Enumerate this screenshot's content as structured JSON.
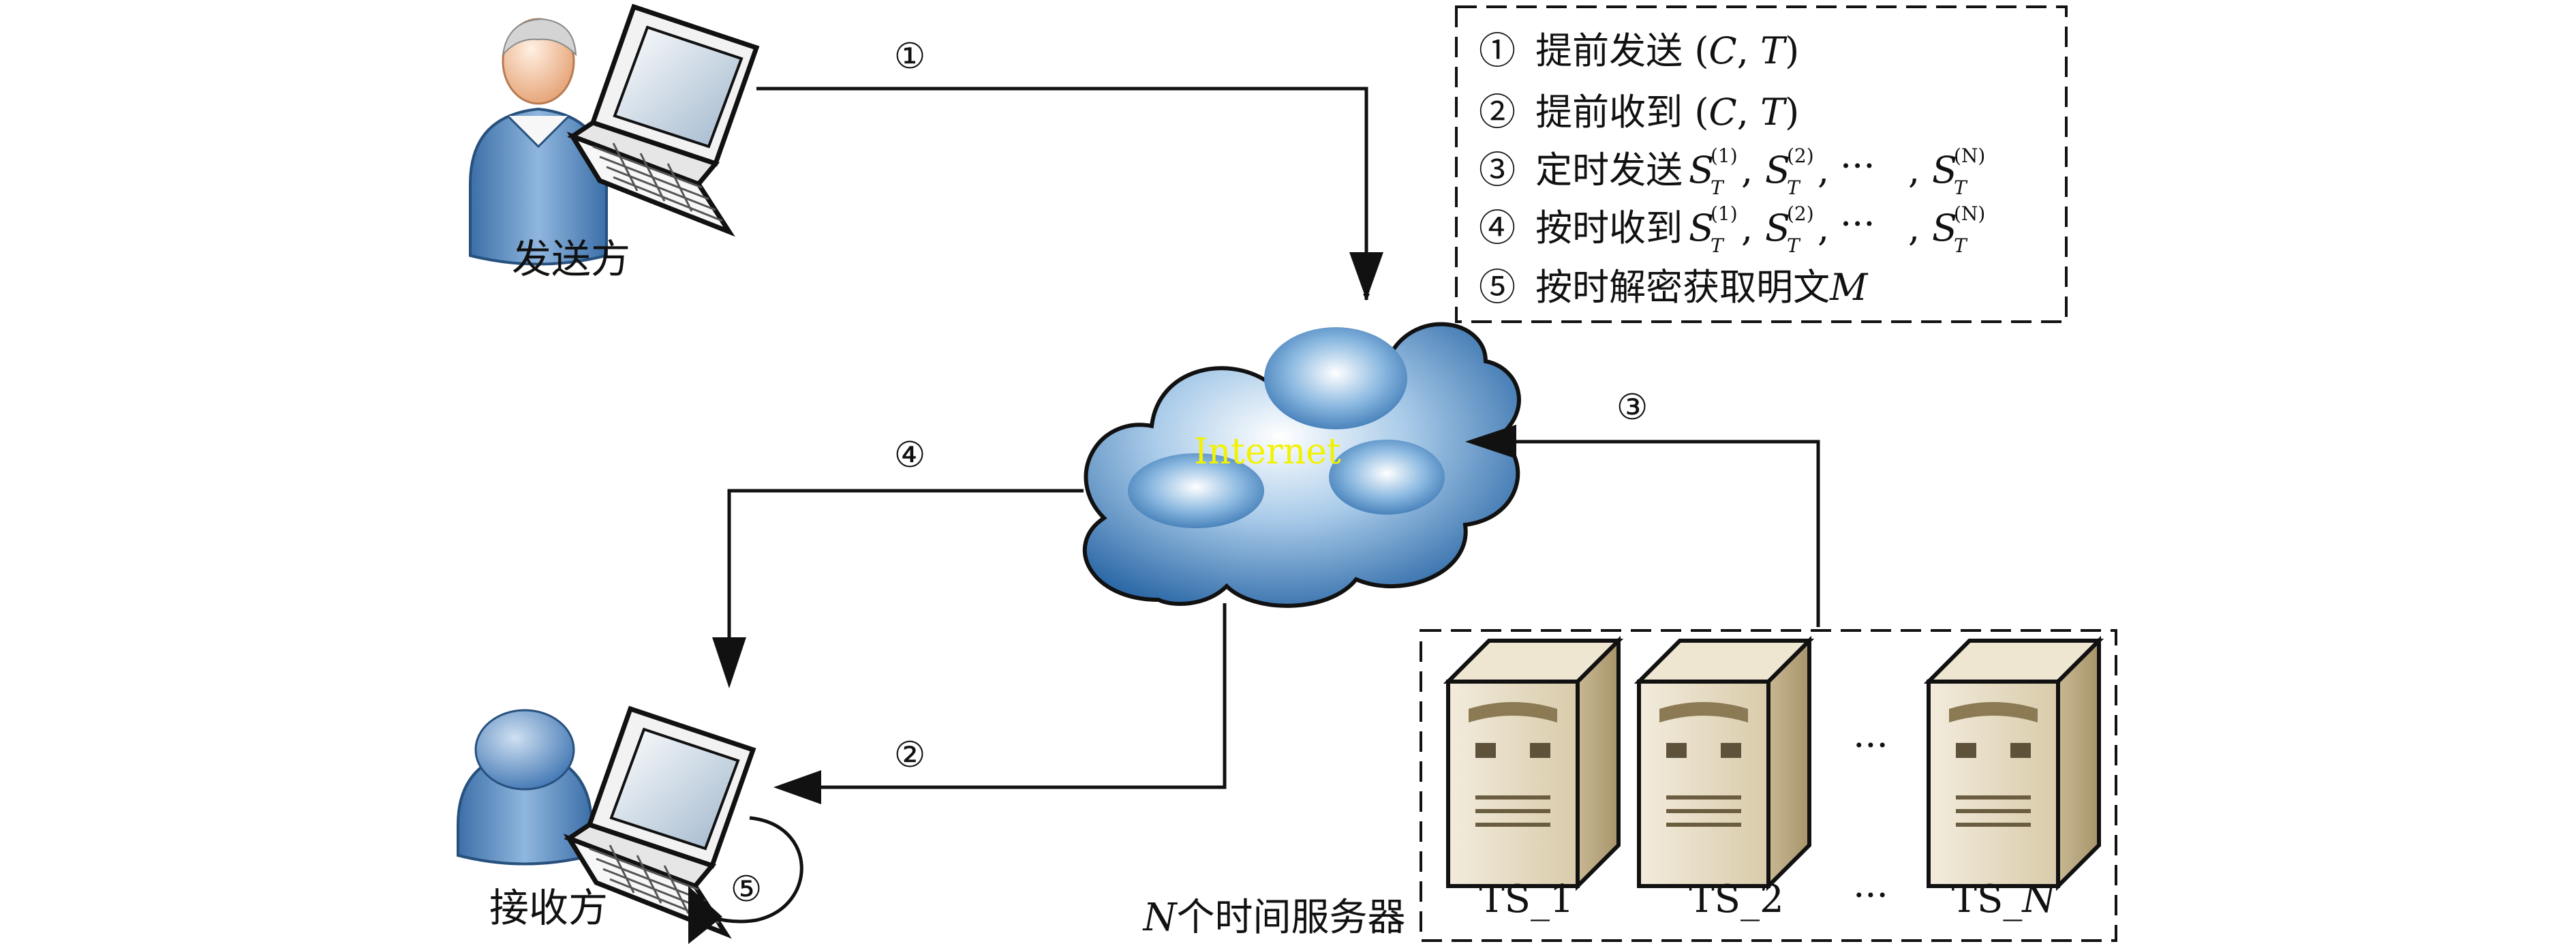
{
  "sender": {
    "label": "发送方"
  },
  "receiver": {
    "label": "接收方"
  },
  "internet": {
    "label": "Internet"
  },
  "steps": {
    "s1": "①",
    "s2": "②",
    "s3": "③",
    "s4": "④",
    "s5": "⑤"
  },
  "legend": {
    "items": [
      {
        "num": "①",
        "text": "提前发送 (",
        "m1": "C",
        "sep": ", ",
        "m2": "T",
        "end": ")"
      },
      {
        "num": "②",
        "text": "提前收到 (",
        "m1": "C",
        "sep": ", ",
        "m2": "T",
        "end": ")"
      },
      {
        "num": "③",
        "text": "定时发送",
        "s": "S",
        "sub": "T",
        "sup1": "(1)",
        "sup2": "(2)",
        "supN": "(N)",
        "dots": "···"
      },
      {
        "num": "④",
        "text": "按时收到",
        "s": "S",
        "sub": "T",
        "sup1": "(1)",
        "sup2": "(2)",
        "supN": "(N)",
        "dots": "···"
      },
      {
        "num": "⑤",
        "text": "按时解密获取明文",
        "m": "M"
      }
    ]
  },
  "servers": {
    "group_label_var": "N",
    "group_label_text": "个时间服务器",
    "ts1": "TS_1",
    "ts2": "TS_2",
    "tsN_prefix": "TS_",
    "tsN_var": "N",
    "ellipsis": "···"
  },
  "colors": {
    "line": "#111111",
    "internet_text": "#f2f200",
    "cloud_dark": "#2e6aa8",
    "cloud_light": "#e8f2fb",
    "server_body": "#e9dfc9",
    "server_dark": "#b9a884",
    "person_blue": "#5a8cc4",
    "skin": "#f3c9a3"
  }
}
